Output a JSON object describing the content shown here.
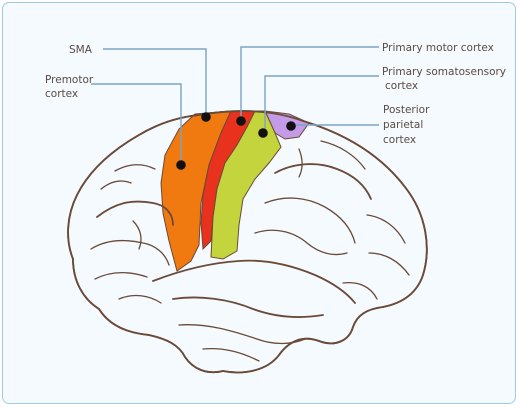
{
  "labels": {
    "sma": "SMA",
    "premotor_line1": "Premotor",
    "premotor_line2": "cortex",
    "primary_motor": "Primary motor cortex",
    "somatosensory_line1": "Primary somatosensory",
    "somatosensory_line2": "cortex",
    "posterior_line1": "Posterior",
    "posterior_line2": "parietal",
    "posterior_line3": "cortex"
  },
  "colors": {
    "brain": "#f2c29c",
    "brain_outline": "#6a4a38",
    "premotor": "#f07a10",
    "primary_motor": "#e8321e",
    "somatosensory": "#c4d43c",
    "posterior_parietal": "#c49be6",
    "leader_line": "#7da3c4",
    "marker": "#111111",
    "label_text": "#5a4a44"
  }
}
